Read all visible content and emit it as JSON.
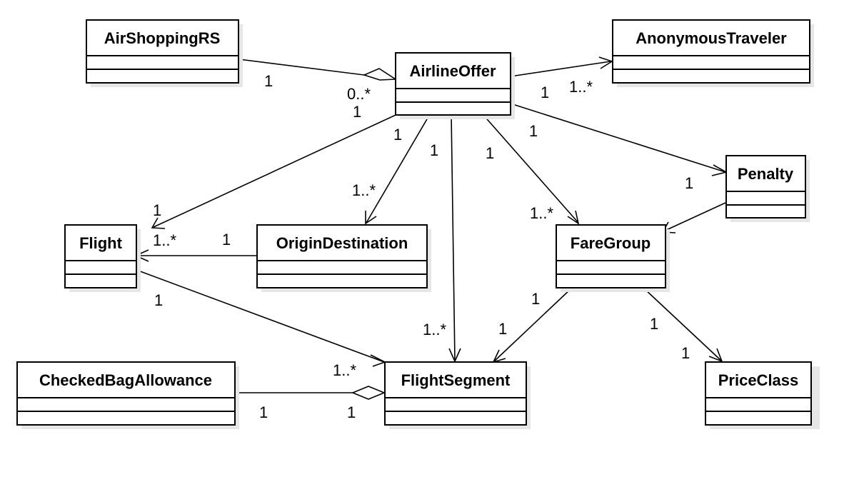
{
  "classes": {
    "air_shopping_rs": "AirShoppingRS",
    "airline_offer": "AirlineOffer",
    "anonymous_traveler": "AnonymousTraveler",
    "penalty": "Penalty",
    "flight": "Flight",
    "origin_destination": "OriginDestination",
    "fare_group": "FareGroup",
    "checked_bag_allowance": "CheckedBagAllowance",
    "flight_segment": "FlightSegment",
    "price_class": "PriceClass"
  },
  "associations": {
    "airshopping_offer": {
      "source": "1",
      "target": "0..*"
    },
    "offer_traveler": {
      "source": "1",
      "target": "1..*"
    },
    "offer_flight": {
      "source": "1",
      "target": "1"
    },
    "offer_origindest": {
      "source": "1",
      "target": "1..*"
    },
    "offer_segment": {
      "source": "1",
      "target": "1..*"
    },
    "offer_faregroup": {
      "source": "1",
      "target": "1..*"
    },
    "offer_penalty": {
      "source": "1",
      "target": "1"
    },
    "origindest_flight": {
      "source": "1",
      "target": "1..*"
    },
    "flight_segment": {
      "source": "1",
      "target": "1..*"
    },
    "faregroup_segment": {
      "source": "1",
      "target": "1"
    },
    "faregroup_priceclass": {
      "source": "1",
      "target": "1"
    },
    "bag_segment": {
      "source": "1",
      "target": "1"
    }
  }
}
